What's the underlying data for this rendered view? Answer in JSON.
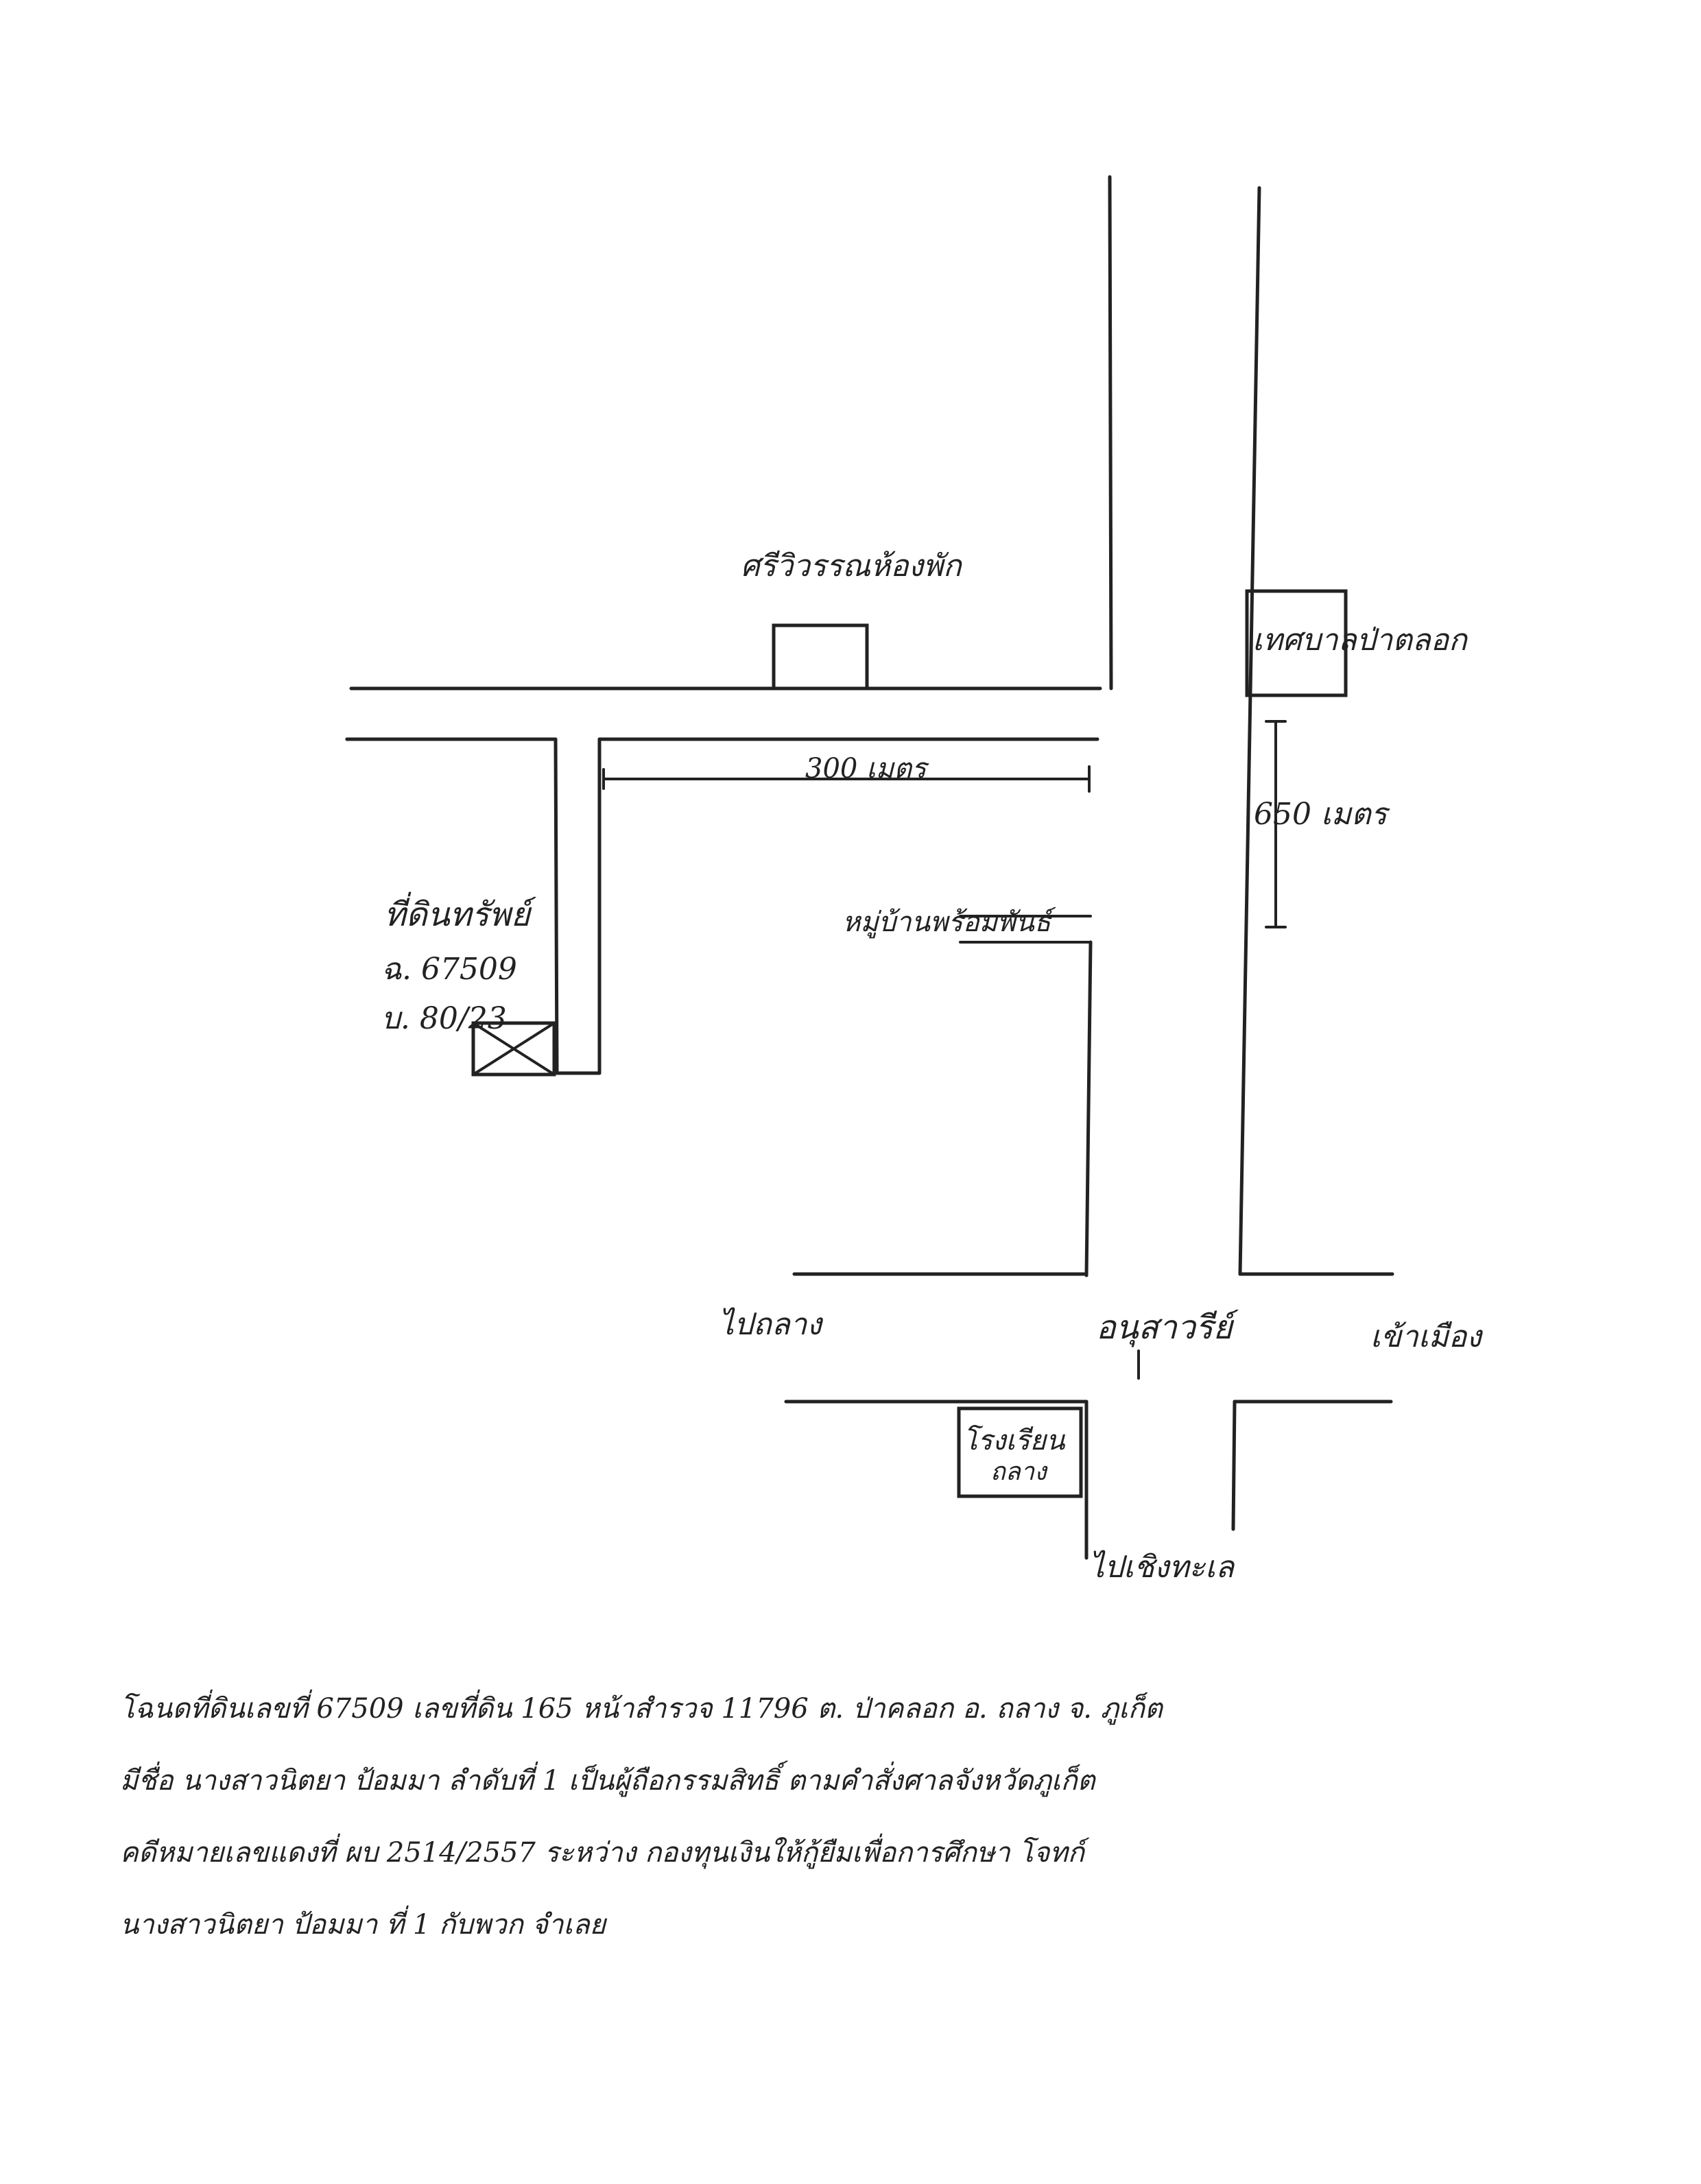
{
  "map": {
    "labels": {
      "school": "ศรีวิวรรณห้องพัก",
      "hospital": "เทศบาลป่าตลอก",
      "dist_horizontal": "300 เมตร",
      "dist_vertical": "650 เมตร",
      "village": "หมู่บ้านพร้อมพันธ์",
      "property_title": "ที่ดินทรัพย์",
      "property_deed": "ฉ. 67509",
      "property_house": "บ. 80/23",
      "to_thalang": "ไปถลาง",
      "monument": "อนุสาวรีย์",
      "to_cherng_talay": "เข้าเมือง",
      "school_bottom_line1": "โรงเรียน",
      "school_bottom_line2": "ถลาง",
      "to_sea": "ไปเชิงทะเล"
    }
  },
  "note": {
    "lines": [
      "โฉนดที่ดินเลขที่ 67509 เลขที่ดิน 165 หน้าสำรวจ 11796 ต. ป่าคลอก อ. ถลาง จ. ภูเก็ต",
      "มีชื่อ นางสาวนิตยา ป้อมมา ลำดับที่ 1 เป็นผู้ถือกรรมสิทธิ์ ตามคำสั่งศาลจังหวัดภูเก็ต",
      "คดีหมายเลขแดงที่ ผบ 2514/2557 ระหว่าง กองทุนเงินให้กู้ยืมเพื่อการศึกษา โจทก์",
      "นางสาวนิตยา ป้อมมา ที่ 1 กับพวก จำเลย"
    ]
  }
}
